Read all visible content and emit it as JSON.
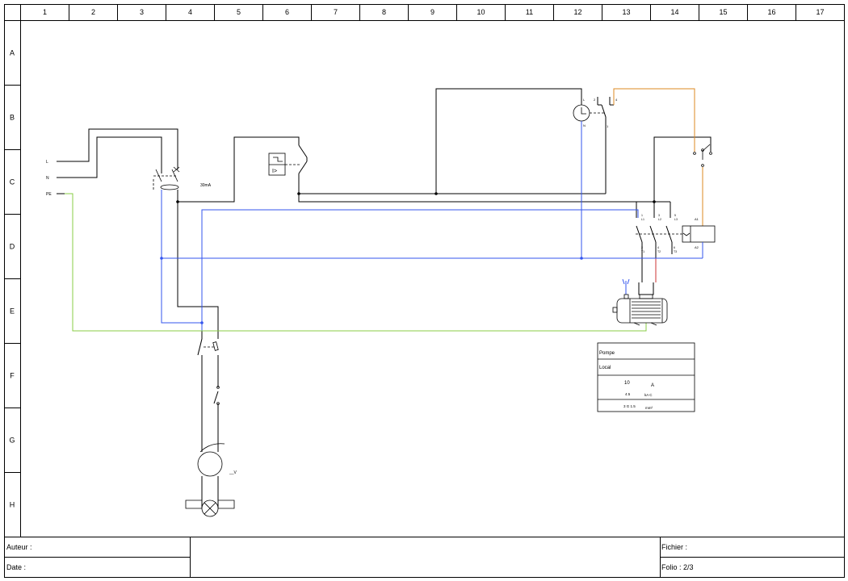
{
  "colors": {
    "frame": "#000000",
    "wire": "#000000",
    "neutral": "#3355ee",
    "earth": "#88cc44",
    "control": "#dd8822",
    "control_red": "#cc3333"
  },
  "columns": [
    "1",
    "2",
    "3",
    "4",
    "5",
    "6",
    "7",
    "8",
    "9",
    "10",
    "11",
    "12",
    "13",
    "14",
    "15",
    "16",
    "17"
  ],
  "rows": [
    "A",
    "B",
    "C",
    "D",
    "E",
    "F",
    "G",
    "H"
  ],
  "supply_labels": {
    "l": "L",
    "n": "N",
    "pe": "PE"
  },
  "rcd_rating": "30mA",
  "contactor_terms": {
    "top": [
      {
        "num": "1",
        "name": "L1"
      },
      {
        "num": "3",
        "name": "L2"
      },
      {
        "num": "5",
        "name": "L3"
      }
    ],
    "bottom": [
      {
        "num": "2",
        "name": "T1"
      },
      {
        "num": "4",
        "name": "T2"
      },
      {
        "num": "6",
        "name": "T3"
      }
    ],
    "coil_a1": "A1",
    "coil_a2": "A2"
  },
  "timer_terms": {
    "l": "L",
    "n": "N",
    "t2": "2",
    "t1": "1",
    "t4": "4"
  },
  "lamp_voltage": "__V",
  "circuit_box": {
    "title": "Pompe",
    "location": "Local",
    "current": "10",
    "current_unit": "A",
    "breaking": "4.5",
    "breaking_unit": "kA C",
    "cable": "3 G 1.5",
    "cable_unit": "mm²"
  },
  "title_block": {
    "author_label": "Auteur :",
    "date_label": "Date :",
    "file_label": "Fichier :",
    "folio_label": "Folio : 2/3"
  }
}
